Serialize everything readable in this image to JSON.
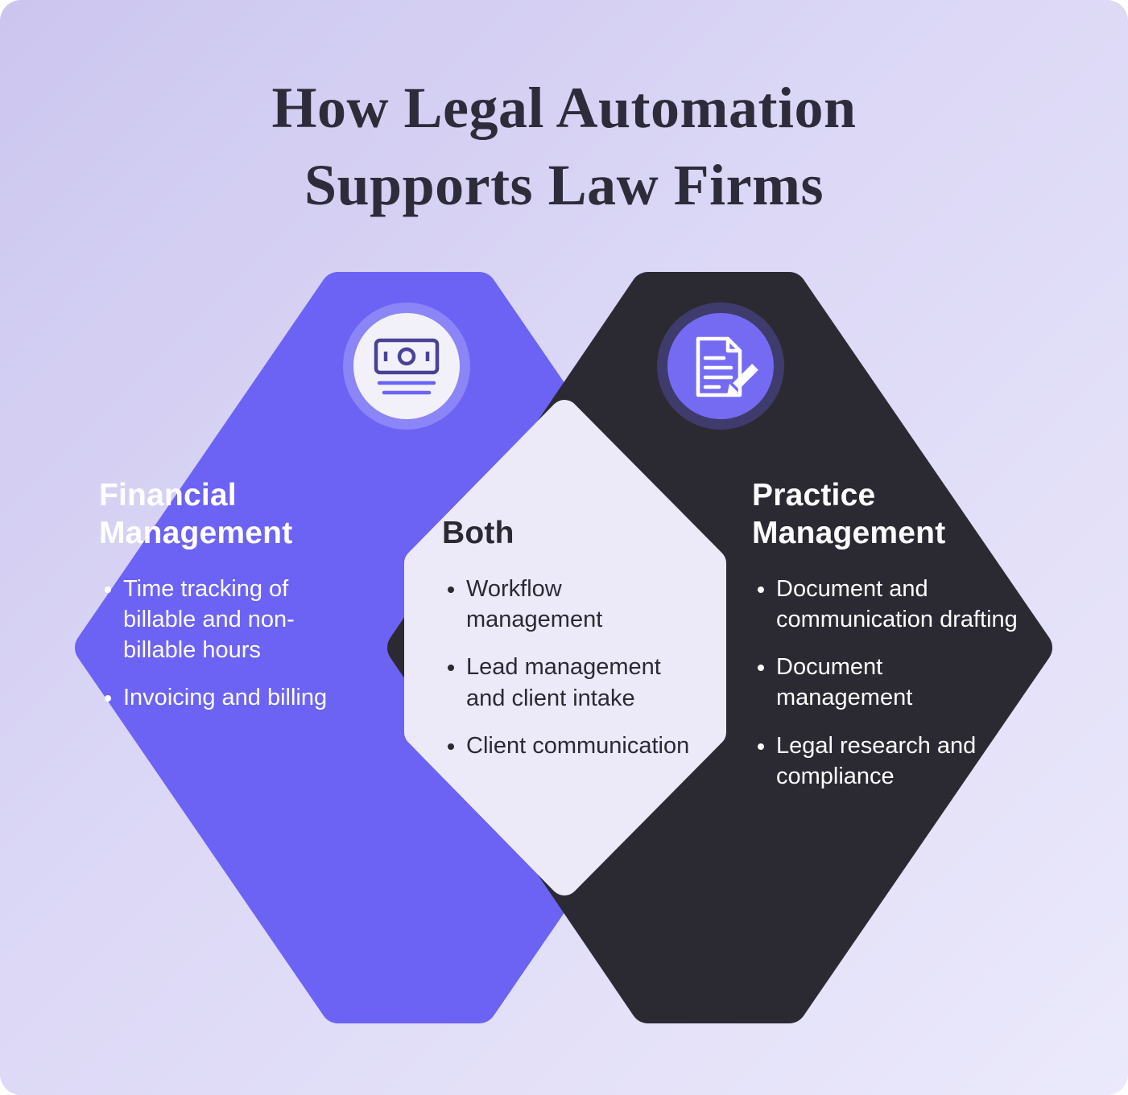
{
  "title": {
    "line1": "How Legal Automation",
    "line2": "Supports Law Firms"
  },
  "sections": {
    "financial": {
      "heading": "Financial Management",
      "icon": "money-icon",
      "items": [
        "Time tracking of billable and non-billable hours",
        "Invoicing and billing"
      ]
    },
    "both": {
      "heading": "Both",
      "items": [
        "Workflow management",
        "Lead management and client intake",
        "Client communication"
      ]
    },
    "practice": {
      "heading": "Practice Management",
      "icon": "document-edit-icon",
      "items": [
        "Document and communication drafting",
        "Document management",
        "Legal research and compliance"
      ]
    }
  },
  "colors": {
    "purple": "#6C63F5",
    "dark": "#2B2A33",
    "overlap": "#ECEAF8",
    "background_start": "#CCC6EF",
    "background_end": "#EBE9FB",
    "title_text": "#2E2C3A",
    "light_text": "#FFFFFF",
    "dark_text": "#2B2A33",
    "icon_disc_light": "#F2F1FA",
    "icon_outline": "#4A4296"
  }
}
